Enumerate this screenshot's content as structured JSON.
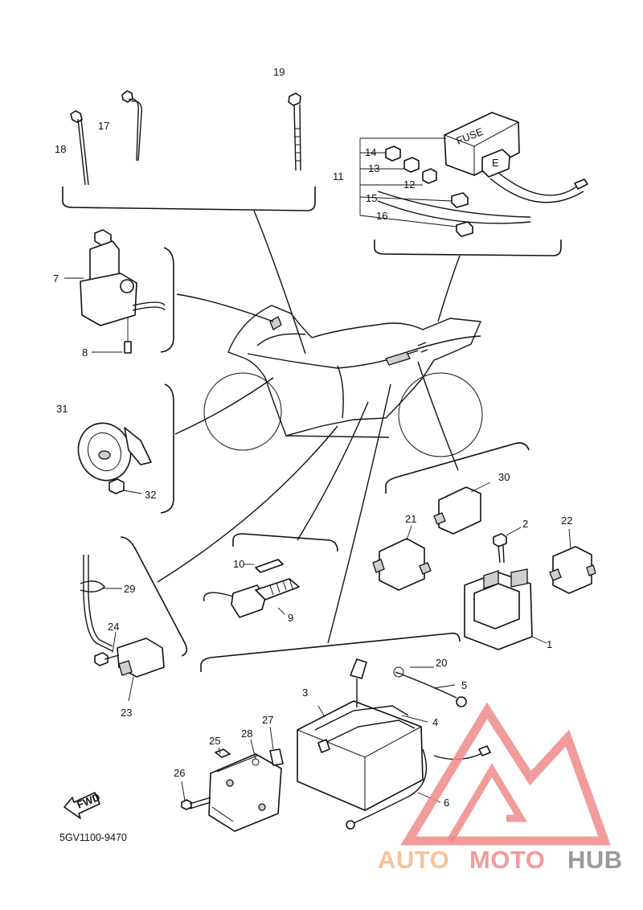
{
  "diagram": {
    "catalog_code": "5GV1100-9470",
    "fwd_label": "FWD",
    "fuse_label": "FUSE",
    "parts": {
      "p1": "1",
      "p2": "2",
      "p3": "3",
      "p4": "4",
      "p5": "5",
      "p6": "6",
      "p7": "7",
      "p8": "8",
      "p9": "9",
      "p10": "10",
      "p11": "11",
      "p12": "12",
      "p13": "13",
      "p14": "14",
      "p15": "15",
      "p16": "16",
      "p17": "17",
      "p18": "18",
      "p19": "19",
      "p20": "20",
      "p21": "21",
      "p22": "22",
      "p23": "23",
      "p24": "24",
      "p25": "25",
      "p26": "26",
      "p27": "27",
      "p28": "28",
      "p29": "29",
      "p30": "30",
      "p31": "31",
      "p32": "32"
    }
  },
  "watermark": {
    "auto": "AUTO",
    "moto": "MOTO",
    "hub": "HUB",
    "colors": {
      "auto": "#f5c39a",
      "moto": "#f29a9a",
      "hub": "#9a9a9a",
      "logo": "#f08a8a"
    }
  }
}
